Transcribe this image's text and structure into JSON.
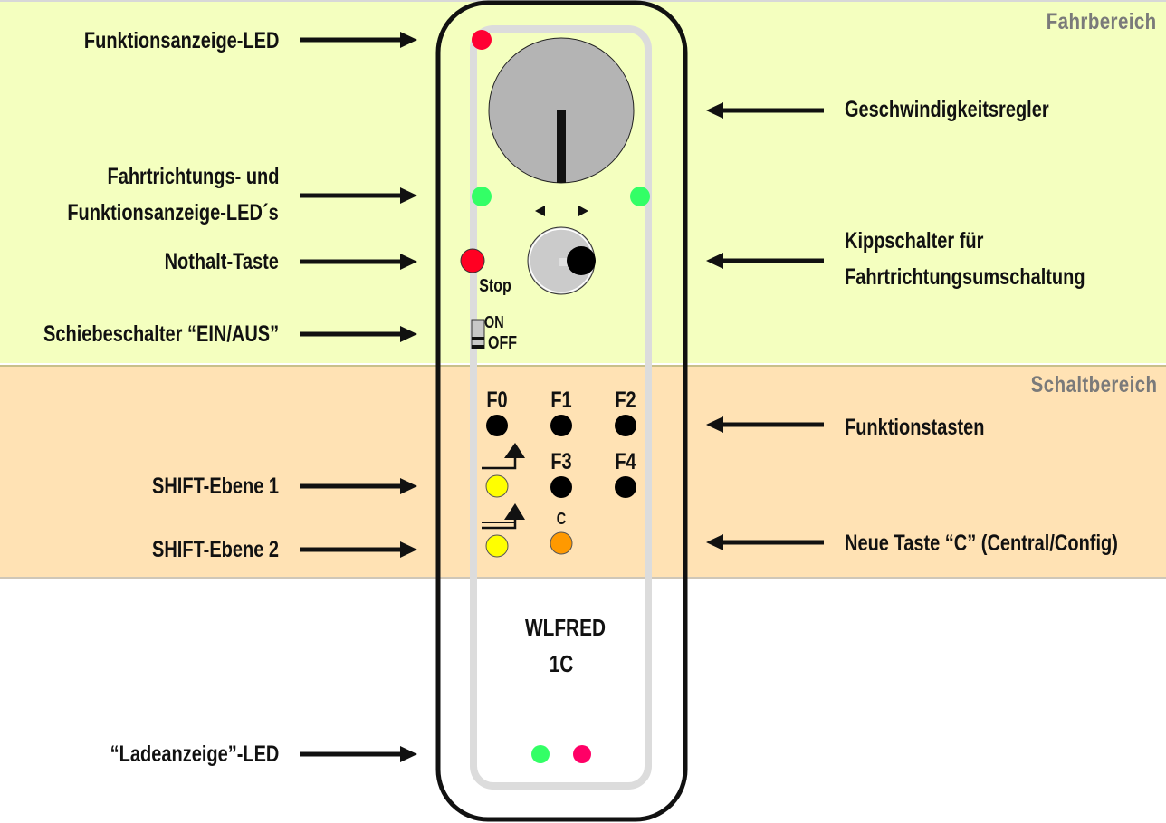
{
  "bands": {
    "drive": {
      "title": "Fahrbereich",
      "color": "#f4ffbf"
    },
    "switch": {
      "title": "Schaltbereich",
      "color": "#ffe2b4"
    }
  },
  "left_labels": [
    {
      "id": "function-led",
      "lines": [
        "Funktionsanzeige-LED"
      ]
    },
    {
      "id": "direction-leds",
      "lines": [
        "Fahrtrichtungs- und",
        "Funktionsanzeige-LED´s"
      ]
    },
    {
      "id": "emergency-stop",
      "lines": [
        "Nothalt-Taste"
      ]
    },
    {
      "id": "power-switch",
      "lines": [
        "Schiebeschalter “EIN/AUS”"
      ]
    },
    {
      "id": "shift-1",
      "lines": [
        "SHIFT-Ebene 1"
      ]
    },
    {
      "id": "shift-2",
      "lines": [
        "SHIFT-Ebene 2"
      ]
    },
    {
      "id": "charge-led",
      "lines": [
        "“Ladeanzeige”-LED"
      ]
    }
  ],
  "right_labels": [
    {
      "id": "speed-knob",
      "lines": [
        "Geschwindigkeitsregler"
      ]
    },
    {
      "id": "direction-toggle",
      "lines": [
        "Kippschalter für",
        "Fahrtrichtungsumschaltung"
      ]
    },
    {
      "id": "function-keys",
      "lines": [
        "Funktionstasten"
      ]
    },
    {
      "id": "c-key",
      "lines": [
        "Neue Taste “C” (Central/Config)"
      ]
    }
  ],
  "device": {
    "stop_label": "Stop",
    "switch_on": "ON",
    "switch_off": "OFF",
    "keys": [
      "F0",
      "F1",
      "F2",
      "F3",
      "F4"
    ],
    "c_key": "C",
    "name_line1": "WLFRED",
    "name_line2": "1C",
    "colors": {
      "led_red": "#ff0033",
      "led_green": "#33ff66",
      "led_pink": "#ff0066",
      "stop_red": "#ff0022",
      "key_black": "#000000",
      "shift_yellow": "#ffff00",
      "c_orange": "#ff9900",
      "knob_gray": "#b4b4b4"
    }
  }
}
